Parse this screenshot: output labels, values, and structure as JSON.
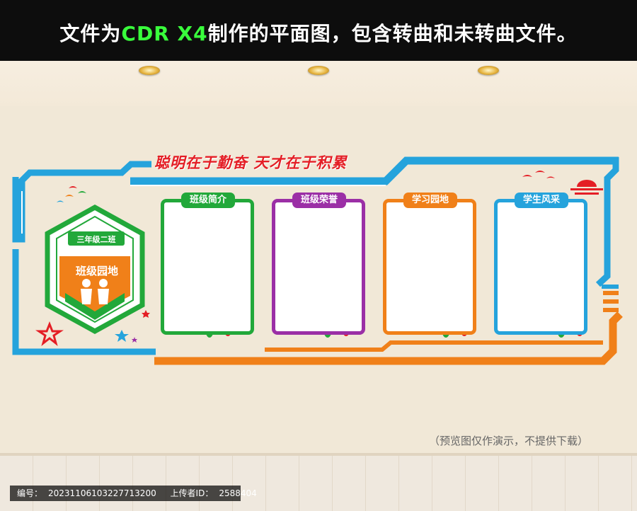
{
  "header": {
    "prefix": "文件为",
    "highlight": "CDR X4",
    "suffix": "制作的平面图，包含转曲和未转曲文件。"
  },
  "board": {
    "slogan": "聪明在于勤奋 天才在于积累",
    "class_label": "三年级二班",
    "garden_label": "班级园地",
    "panels": [
      {
        "label": "班级简介",
        "color": "#22a83a"
      },
      {
        "label": "班级荣誉",
        "color": "#9b2fa6"
      },
      {
        "label": "学习园地",
        "color": "#f08019"
      },
      {
        "label": "学生风采",
        "color": "#25a3dc"
      }
    ]
  },
  "colors": {
    "blue": "#25a3dc",
    "orange": "#f08019",
    "green": "#22a83a",
    "red": "#e41e25",
    "purple": "#9b2fa6"
  },
  "notice": "（预览图仅作演示，不提供下载）",
  "footer": {
    "id_label": "编号：",
    "id_value": "20231106103227713200",
    "uploader_label": "上传者ID：",
    "uploader_value": "2588404"
  }
}
